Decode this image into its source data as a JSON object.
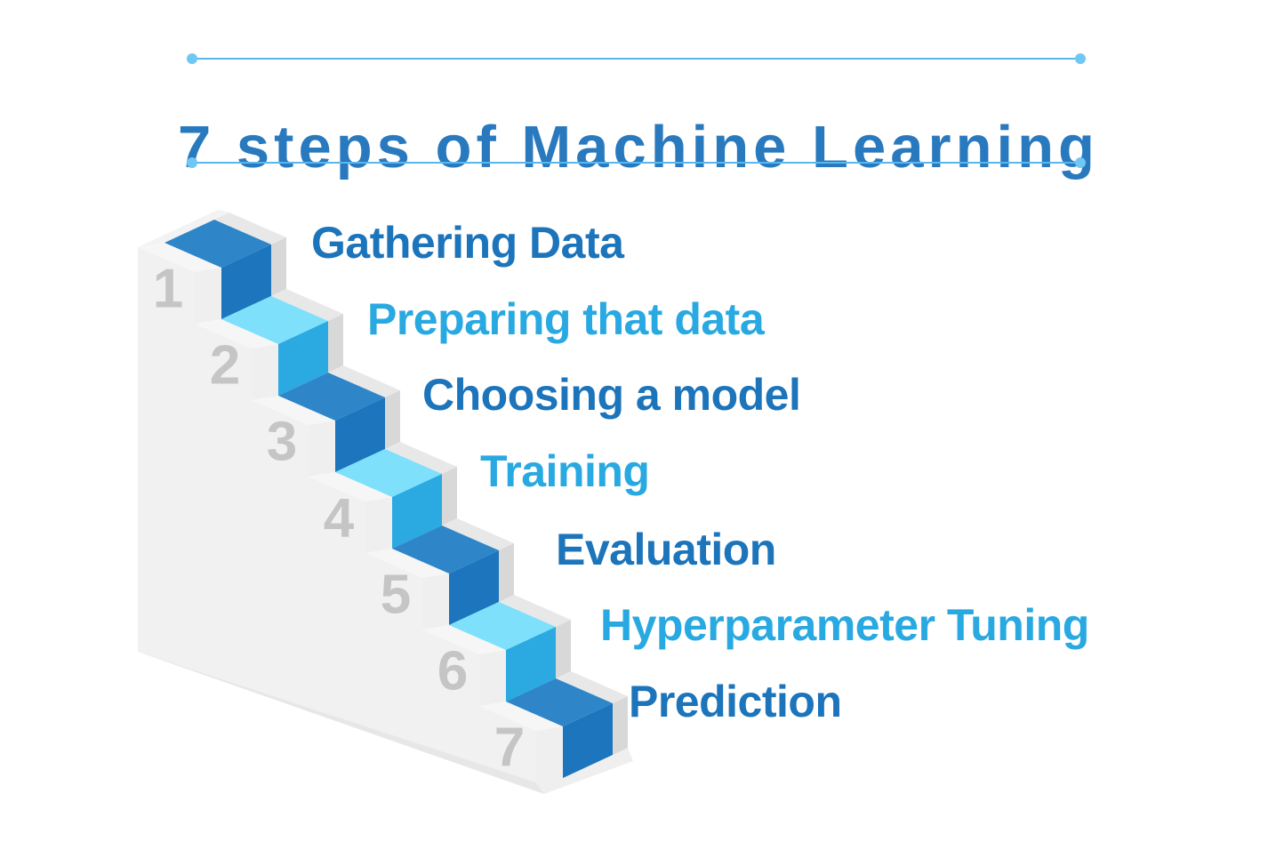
{
  "title": "7 steps of Machine Learning",
  "colors": {
    "title-blue": "#2979BE",
    "label-dark": "#1C74BB",
    "label-light": "#29A9E1",
    "rule-blue": "#58B7EF",
    "dot-blue": "#6FC7F4",
    "step-dark-top": "#2E86C8",
    "step-dark-face": "#1C75BD",
    "step-light-top": "#7EE0FA",
    "step-light-face": "#2BA9E1",
    "number-gray": "#C5C5C5",
    "wall-base": "#E7E7E7"
  },
  "steps": [
    {
      "number": "1",
      "label": "Gathering Data",
      "tone": "dark"
    },
    {
      "number": "2",
      "label": "Preparing that data",
      "tone": "light"
    },
    {
      "number": "3",
      "label": "Choosing a model",
      "tone": "dark"
    },
    {
      "number": "4",
      "label": "Training",
      "tone": "light"
    },
    {
      "number": "5",
      "label": "Evaluation",
      "tone": "dark"
    },
    {
      "number": "6",
      "label": "Hyperparameter Tuning",
      "tone": "light"
    },
    {
      "number": "7",
      "label": "Prediction",
      "tone": "dark"
    }
  ]
}
